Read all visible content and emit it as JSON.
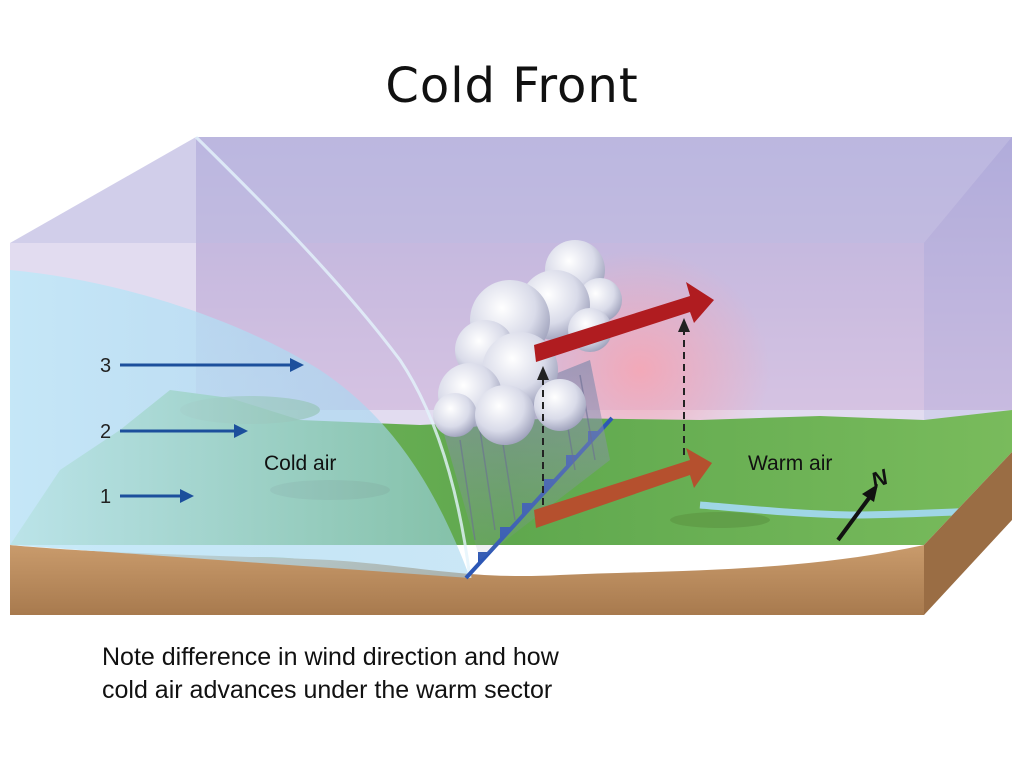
{
  "slide": {
    "title": "Cold Front",
    "caption": {
      "line1": "Note difference in wind direction and how",
      "line2": "cold air advances under the warm sector"
    }
  },
  "diagram": {
    "labels": {
      "cold_air": "Cold air",
      "warm_air": "Warm air",
      "north": "N"
    },
    "wind_levels": [
      "1",
      "2",
      "3"
    ],
    "colors": {
      "cold_air_mass": "#a9dcf3",
      "warm_upper_arrow": "#b01c20",
      "warm_lower_arrow": "#b5502e",
      "cold_wind_arrow": "#1c4f9c",
      "ground": "#6fb257",
      "soil": "#b98a5d",
      "front_line": "#2d57b5",
      "sky_top": "#a8a2d3",
      "sky_warm": "#f3b8c7"
    }
  }
}
